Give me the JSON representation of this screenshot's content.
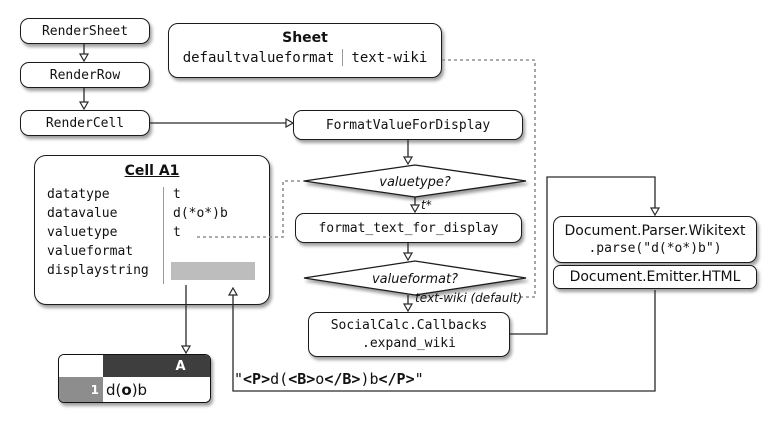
{
  "boxes": {
    "render_sheet": "RenderSheet",
    "render_row": "RenderRow",
    "render_cell": "RenderCell",
    "format_value": "FormatValueForDisplay",
    "format_text": "format_text_for_display",
    "expand_wiki": {
      "line1": "SocialCalc.Callbacks",
      "line2": ".expand_wiki"
    },
    "parser": {
      "line1": "Document.Parser.Wikitext",
      "line2": ".parse(\"d(*o*)b\")"
    },
    "emitter": "Document.Emitter.HTML"
  },
  "sheet_box": {
    "title": "Sheet",
    "field": "defaultvalueformat",
    "value": "text-wiki"
  },
  "cell_box": {
    "title": "Cell A1",
    "rows": [
      {
        "label": "datatype",
        "value": "t"
      },
      {
        "label": "datavalue",
        "value": "d(*o*)b"
      },
      {
        "label": "valuetype",
        "value": "t"
      },
      {
        "label": "valueformat",
        "value": ""
      },
      {
        "label": "displaystring",
        "value": ""
      }
    ]
  },
  "decisions": {
    "valuetype": "valuetype?",
    "valueformat": "valueformat?"
  },
  "edge_labels": {
    "valuetype_result": "t*",
    "valueformat_result": "text-wiki (default)"
  },
  "result_string": [
    {
      "t": "\"",
      "b": false
    },
    {
      "t": "<P>",
      "b": true
    },
    {
      "t": "d(",
      "b": false
    },
    {
      "t": "<B>",
      "b": true
    },
    {
      "t": "o",
      "b": false
    },
    {
      "t": "</B>",
      "b": true
    },
    {
      "t": ")b",
      "b": false
    },
    {
      "t": "</P>",
      "b": true
    },
    {
      "t": "\"",
      "b": false
    }
  ],
  "spreadsheet": {
    "column_header": "A",
    "row_header": "1",
    "cell": [
      {
        "t": "d(",
        "b": false
      },
      {
        "t": "o",
        "b": true
      },
      {
        "t": ")b",
        "b": false
      }
    ]
  },
  "colors": {
    "column_header_bg": "#3e3e3e",
    "row_header_bg": "#8d8d8d",
    "displaystring_bar": "#bdbdbd",
    "dashed_line": "#8f8f8f",
    "solid_line": "#2a2a2a"
  }
}
